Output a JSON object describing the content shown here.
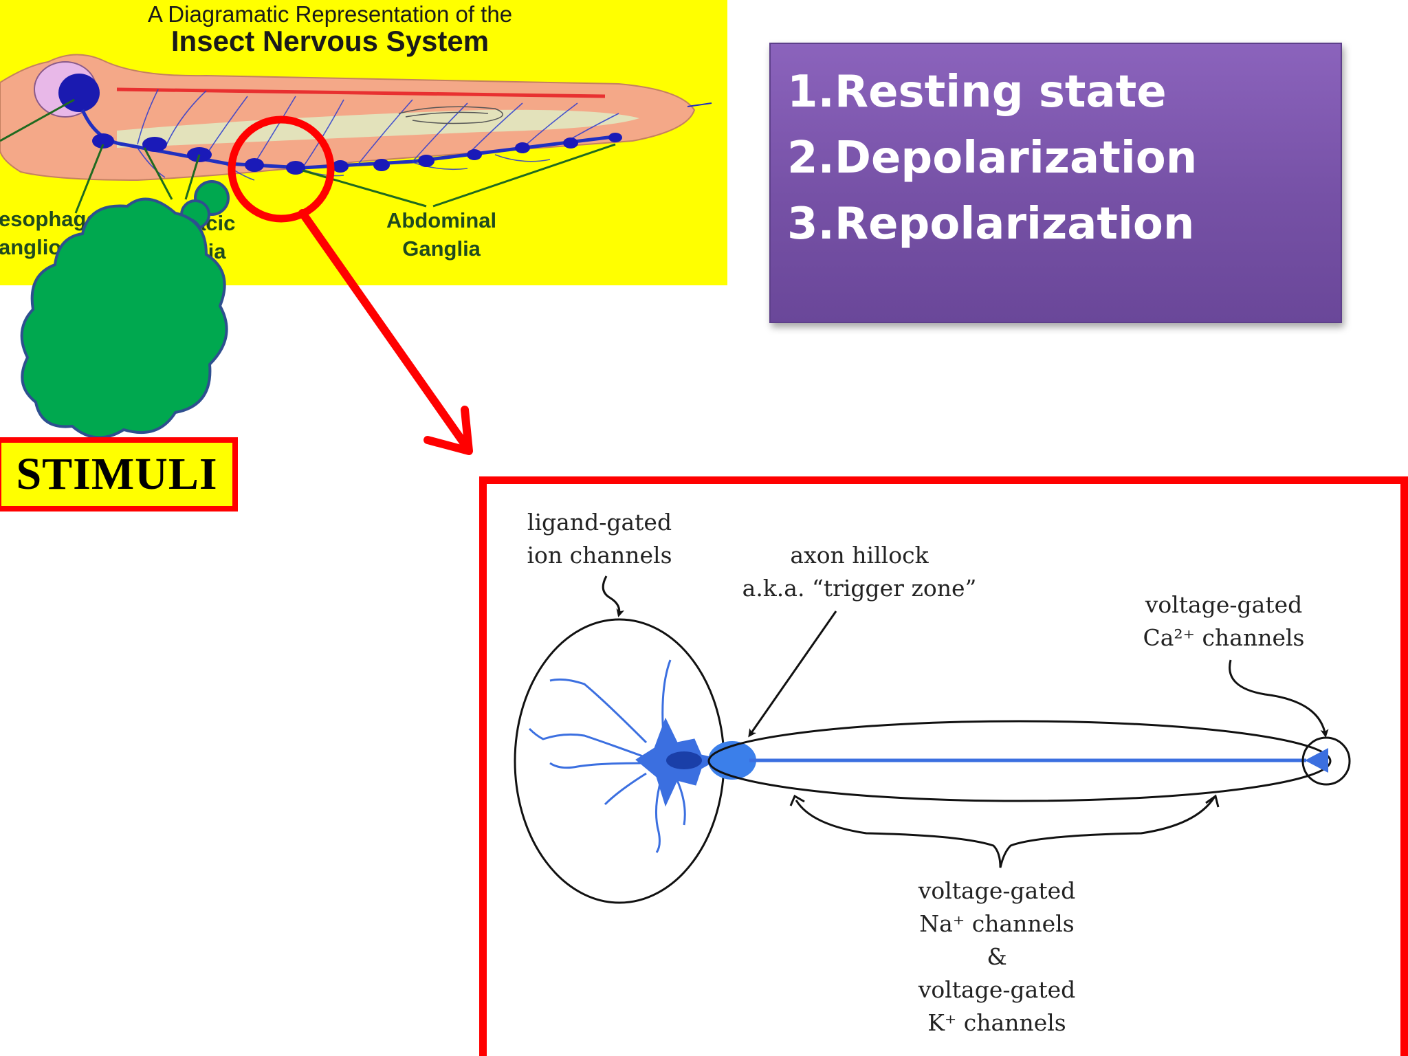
{
  "insect_diagram": {
    "title_line1": "A Diagramatic Representation of the",
    "title_line2": "Insect Nervous System",
    "labels": {
      "subesophageal_1": "esophageal",
      "subesophageal_2": "anglion",
      "thoracic_1": "acic",
      "thoracic_2": "lia",
      "abdominal_1": "Abdominal",
      "abdominal_2": "Ganglia"
    }
  },
  "stages": [
    "1.Resting state",
    "2.Depolarization",
    "3.Repolarization"
  ],
  "stimuli": {
    "label": "STIMULI"
  },
  "neuron": {
    "ligand_line1": "ligand-gated",
    "ligand_line2": "ion channels",
    "hillock_line1": "axon hillock",
    "hillock_line2": "a.k.a. “trigger zone”",
    "ca_line1": "voltage-gated",
    "ca_line2": "Ca²⁺ channels",
    "nak_line1": "voltage-gated",
    "nak_line2": "Na⁺ channels",
    "nak_line3": "&",
    "nak_line4": "voltage-gated",
    "nak_line5": "K⁺ channels"
  },
  "colors": {
    "panel_yellow": "#ffff00",
    "highlight_red": "#ff0000",
    "stages_purple": "#7a56ab",
    "cloud_green": "#00a84f",
    "neuron_blue": "#3b6fe0",
    "insect_body": "#f4a888"
  }
}
